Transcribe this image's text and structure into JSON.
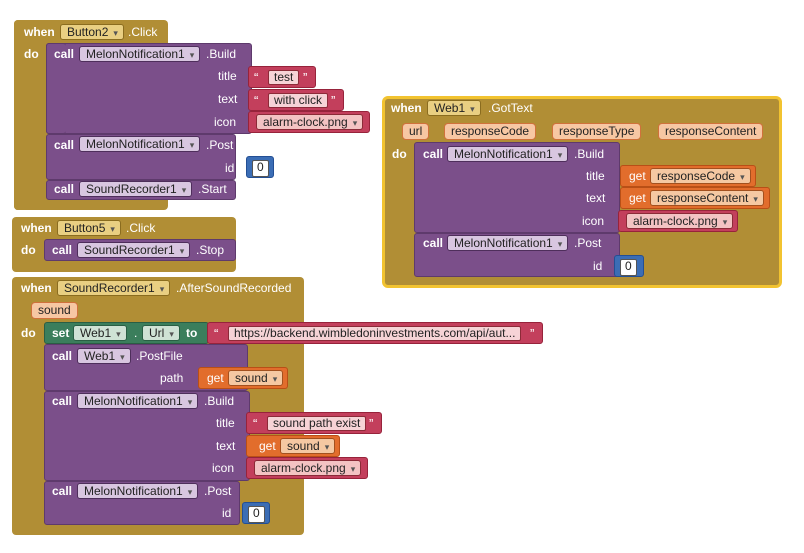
{
  "kw": {
    "when": "when",
    "do": "do",
    "call": "call",
    "get": "get",
    "set": "set",
    "to": "to",
    "dot": "."
  },
  "button2_click": {
    "component": "Button2",
    "event": ".Click",
    "build": {
      "component": "MelonNotification1",
      "method": ".Build",
      "title_label": "title",
      "title_value": "test",
      "text_label": "text",
      "text_value": "with click",
      "icon_label": "icon",
      "icon_value": "alarm-clock.png"
    },
    "post": {
      "component": "MelonNotification1",
      "method": ".Post",
      "id_label": "id",
      "id_value": "0"
    },
    "start": {
      "component": "SoundRecorder1",
      "method": ".Start"
    }
  },
  "button5_click": {
    "component": "Button5",
    "event": ".Click",
    "stop": {
      "component": "SoundRecorder1",
      "method": ".Stop"
    }
  },
  "after_sound": {
    "component": "SoundRecorder1",
    "event": ".AfterSoundRecorded",
    "param": "sound",
    "set": {
      "component": "Web1",
      "property": "Url",
      "url_value": "https://backend.wimbledoninvestments.com/api/aut..."
    },
    "postfile": {
      "component": "Web1",
      "method": ".PostFile",
      "path_label": "path",
      "path_get": "sound"
    },
    "build": {
      "component": "MelonNotification1",
      "method": ".Build",
      "title_label": "title",
      "title_value": "sound path exist",
      "text_label": "text",
      "text_get": "sound",
      "icon_label": "icon",
      "icon_value": "alarm-clock.png"
    },
    "post": {
      "component": "MelonNotification1",
      "method": ".Post",
      "id_label": "id",
      "id_value": "0"
    }
  },
  "web1_gottext": {
    "component": "Web1",
    "event": ".GotText",
    "params": [
      "url",
      "responseCode",
      "responseType",
      "responseContent"
    ],
    "build": {
      "component": "MelonNotification1",
      "method": ".Build",
      "title_label": "title",
      "title_get": "responseCode",
      "text_label": "text",
      "text_get": "responseContent",
      "icon_label": "icon",
      "icon_value": "alarm-clock.png"
    },
    "post": {
      "component": "MelonNotification1",
      "method": ".Post",
      "id_label": "id",
      "id_value": "0"
    }
  },
  "icons": {
    "dropdown": "▾",
    "quote_open": "“",
    "quote_close": "”"
  }
}
